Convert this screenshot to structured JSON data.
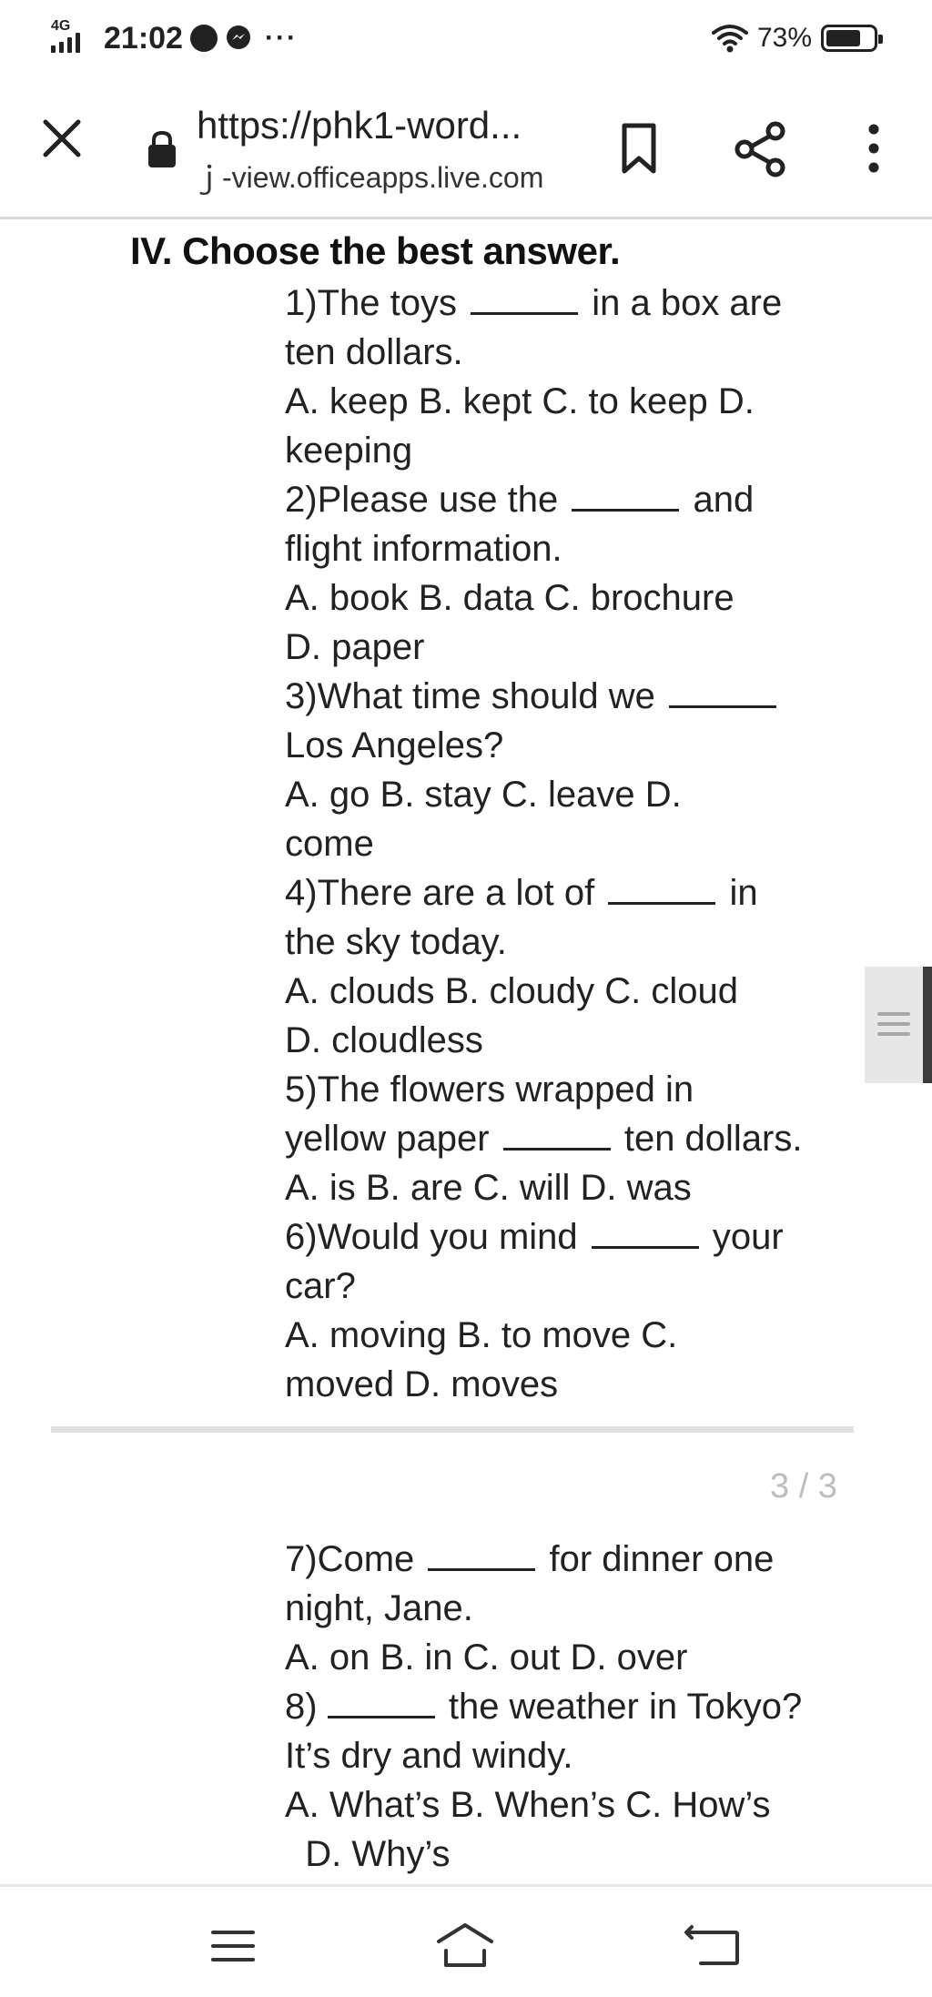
{
  "status_bar": {
    "network": "4G",
    "time": "21:02",
    "overflow": "···",
    "battery_percent": "73%",
    "battery_level": 0.73,
    "icons": [
      "signal-icon",
      "messenger-icon",
      "wifi-icon",
      "battery-icon"
    ]
  },
  "browser": {
    "url_main": "https://phk1-word...",
    "url_sub": "ｊ-view.officeapps.live.com",
    "icons": [
      "close-icon",
      "lock-icon",
      "bookmark-icon",
      "share-icon",
      "more-vert-icon"
    ]
  },
  "document": {
    "section_title": "IV. Choose the best answer.",
    "page_indicator": "3 / 3",
    "q1": {
      "l1_pre": "1)The toys",
      "l1_post": "in a box are",
      "l2": "ten dollars.",
      "l3": "A. keep  B. kept  C. to keep   D.",
      "l4": "keeping"
    },
    "q2": {
      "l1_pre": "2)Please use the",
      "l1_post": "and",
      "l2": "flight information.",
      "l3": "A. book  B. data  C. brochure",
      "l4": "D. paper"
    },
    "q3": {
      "l1_pre": "3)What time should we",
      "l1_post": "",
      "l2": "Los Angeles?",
      "l3": "A. go  B. stay  C. leave   D.",
      "l4": "come"
    },
    "q4": {
      "l1_pre": "4)There are a lot of",
      "l1_post": "in",
      "l2": "the sky today.",
      "l3": "A. clouds  B. cloudy  C. cloud",
      "l4": "D. cloudless"
    },
    "q5": {
      "l1": "5)The flowers wrapped in",
      "l2_pre": "yellow paper",
      "l2_post": "ten dollars.",
      "l3": "A. is  B. are   C. will    D. was"
    },
    "q6": {
      "l1_pre": "6)Would you mind",
      "l1_post": "your",
      "l2": "car?",
      "l3": "A. moving  B. to move  C.",
      "l4": "moved   D. moves"
    },
    "q7": {
      "l1_pre": "7)Come",
      "l1_post": "for dinner one",
      "l2": "night, Jane.",
      "l3": "A. on  B. in   C. out    D. over"
    },
    "q8": {
      "l1_pre": "8)",
      "l1_post": "the weather in Tokyo?",
      "l2": "It’s dry and windy.",
      "l3": "A. What’s  B. When’s  C. How’s",
      "l4": "  D. Why’s"
    }
  },
  "nav_bar": {
    "icons": [
      "menu-icon",
      "home-icon",
      "back-icon"
    ]
  }
}
